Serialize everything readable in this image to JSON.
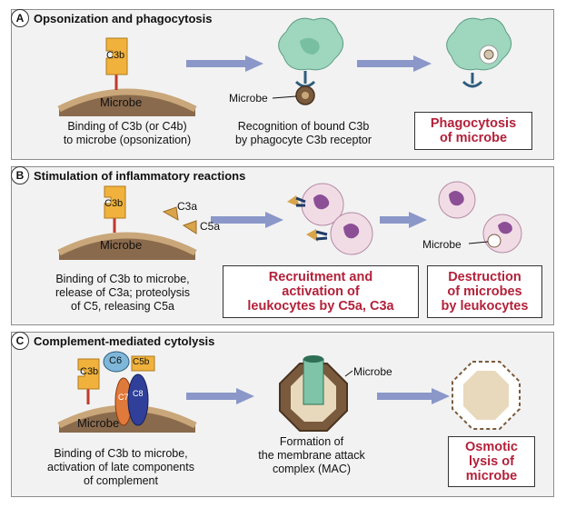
{
  "panels": [
    {
      "letter": "A",
      "title": "Opsonization and phagocytosis",
      "captions": [
        "Binding of C3b (or C4b)\nto microbe (opsonization)",
        "Recognition of bound C3b\nby phagocyte C3b receptor"
      ],
      "outcome": "Phagocytosis\nof microbe",
      "labels": {
        "c3b": "C3b",
        "microbe": "Microbe",
        "microbe_pointer": "Microbe"
      }
    },
    {
      "letter": "B",
      "title": "Stimulation of inflammatory reactions",
      "captions": [
        "Binding of C3b to microbe,\nrelease of C3a; proteolysis\nof C5, releasing C5a"
      ],
      "outcomes": [
        "Recruitment and\nactivation of\nleukocytes by C5a, C3a",
        "Destruction\nof microbes\nby leukocytes"
      ],
      "labels": {
        "c3b": "C3b",
        "c3a": "C3a",
        "c5a": "C5a",
        "microbe": "Microbe",
        "microbe_pointer": "Microbe"
      }
    },
    {
      "letter": "C",
      "title": "Complement-mediated cytolysis",
      "captions": [
        "Binding of C3b to microbe,\nactivation of late components\nof complement",
        "Formation of\nthe membrane attack\ncomplex (MAC)"
      ],
      "outcome": "Osmotic\nlysis of\nmicrobe",
      "labels": {
        "c3b": "C3b",
        "c5b": "C5b",
        "c6": "C6",
        "c7": "C7",
        "c8": "C8",
        "microbe": "Microbe",
        "microbe_pointer": "Microbe"
      }
    }
  ],
  "colors": {
    "outcome_text": "#b3213a",
    "arrow": "#8a97c8",
    "c3b_orange": "#f0b23c",
    "phagocyte_green": "#9fd6be",
    "receptor_blue": "#2f5d7c",
    "leukocyte_pink": "#f1dce6",
    "nucleus_purple": "#8c4f96",
    "microbe_brown": "#7a5a3c"
  }
}
